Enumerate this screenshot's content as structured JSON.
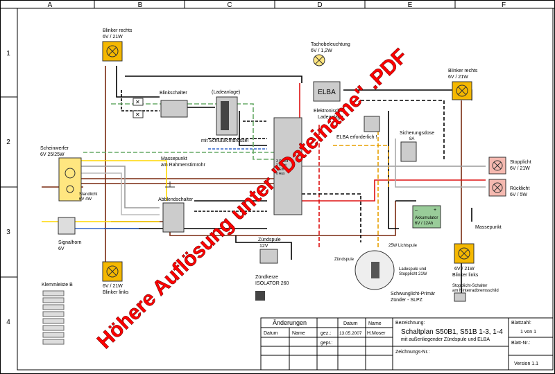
{
  "columns": [
    "A",
    "B",
    "C",
    "D",
    "E",
    "F"
  ],
  "rows": [
    "1",
    "2",
    "3",
    "4"
  ],
  "components": {
    "blinker_rechts_1": "Blinker rechts",
    "blinker_rechts_1_rating": "6V / 21W",
    "blinker_rechts_2": "Blinker rechts",
    "blinker_rechts_2_rating": "6V / 21W",
    "tachobeleuchtung": "Tachobeleuchtung",
    "tachobeleuchtung_rating": "6V / 1,2W",
    "blinkschalter": "Blinkschalter",
    "ladeanlage": "(Ladeanlage)",
    "schluesselrossel": "mit Schlüßlichtdrossel",
    "elba": "ELBA",
    "elba_desc_1": "Elektronische",
    "elba_desc_2": "Ladeanlage",
    "elba_required": "ELBA erforderlich !",
    "sicherungsdose": "Sicherungsdose",
    "sicherung_rating": "8A",
    "scheinwerfer": "Scheinwerfer",
    "scheinwerfer_rating": "6V 25/25W",
    "standlicht": "Standlicht",
    "standlicht_rating": "6V 4W",
    "massepunkt_rahmen_1": "Massepunkt",
    "massepunkt_rahmen_2": "am Rahmenstirnrohr",
    "zuendschloss_1": "3 Stand",
    "zuendschloss_2": "2 Licht",
    "zuendschloss_3": "1 Ein",
    "zuendschloss_4": "0 Aus",
    "stopplicht": "Stopplicht",
    "stopplicht_rating": "6V / 21W",
    "ruecklicht": "Rücklicht",
    "ruecklicht_rating": "6V / 5W",
    "abblendschalter": "Abblendschalter",
    "akkumulator_1": "Akkumulator",
    "akkumulator_2": "6V / 12Ah",
    "massepunkt": "Massepunkt",
    "signalhorn": "Signalhorn",
    "signalhorn_rating": "6V",
    "zuendspule": "Zündspule",
    "zuendspule_rating": "12V",
    "lichtspule": "25W Lichtspule",
    "zuendspule_label": "Zündspule",
    "ladespule_1": "Ladespule und",
    "ladespule_2": "Stopplicht 21W",
    "schwunglicht_1": "Schwunglicht-Primär",
    "schwunglicht_2": "Zünder - SLPZ",
    "zuendkerze_1": "Zündkerze",
    "zuendkerze_2": "ISOLATOR 260",
    "blinker_links_1": "6V / 21W",
    "blinker_links_1_name": "Blinker links",
    "blinker_links_2": "6V / 21W",
    "blinker_links_2_name": "Blinker links",
    "stopplichtschalter_1": "Stopplicht-Schalter",
    "stopplichtschalter_2": "am Hinterradbremsschild",
    "klemmleiste": "Klemmleiste B"
  },
  "overlay": {
    "line1": "Höhere Auflösung unter \"Dateiname\" .PDF"
  },
  "titleblock": {
    "aenderungen": "Änderungen",
    "datum_col": "Datum",
    "name_col": "Name",
    "datum_hdr": "Datum",
    "name_hdr": "Name",
    "gez": "gez.:",
    "gepr": "gepr.:",
    "gez_datum": "13.05.2007",
    "gez_name": "H.Moser",
    "bezeichnung": "Bezeichnung:",
    "title": "Schaltplan S50B1, S51B 1-3, 1-4",
    "subtitle": "mit außenliegender Zündspule und ELBA",
    "zeichnungs_nr": "Zeichnungs-Nr.:",
    "blattzahl": "Blattzahl:",
    "blattzahl_value": "1 von 1",
    "blatt_nr": "Blatt-Nr.:",
    "version": "Version 1.1"
  }
}
